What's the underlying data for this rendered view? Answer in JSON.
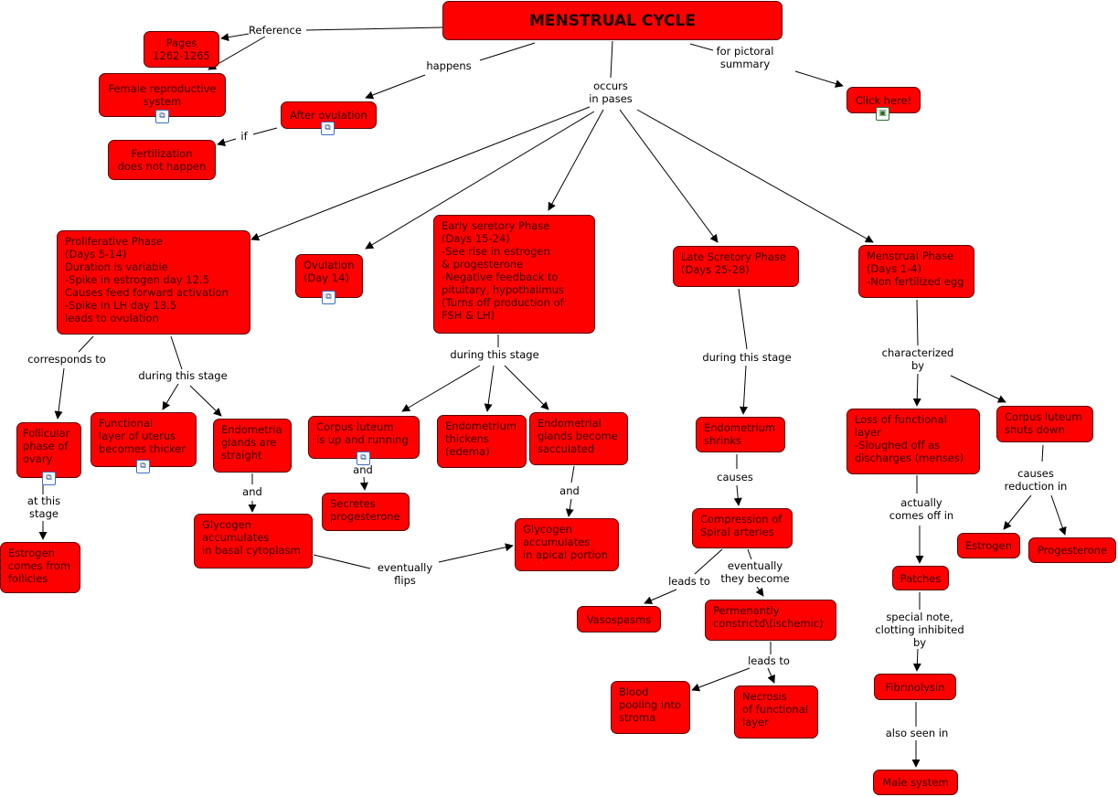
{
  "nodes": {
    "title": "MENSTRUAL CYCLE",
    "pages": "Pages\n1262-1265",
    "female": "Female reproductive\nsystem",
    "after_ovulation": "After ovulation",
    "fertilization": "Fertilization\ndoes not happen",
    "click_here": "Click here!",
    "proliferative": "Proliferative Phase\n(Days 5-14)\nDuration is variable\n-Spike in estrogen day 12.5\n  Causes feed forward activation\n    -Spike in LH day 13.5\n     leads to ovulation",
    "ovulation": "Ovulation\n(Day 14)",
    "early": "Early seretory Phase\n(Days 15-24)\n-See rise in estrogen\n  & progesterone\n   -Negative feedback to\n     pituitary, hypothalimus\n     (Turns off production of\n      FSH & LH)",
    "late": "Late Scretory Phase\n(Days 25-28)",
    "menstrual": "Menstrual Phase\n(Days 1-4)\n-Non fertilized egg",
    "follicular": "Follicular\nphase of\novary",
    "functional": "Functional\nlayer of uterus\nbecomes thicker",
    "endometria_straight": "Endometria\nglands are\nstraight",
    "corpus_running": "Corpus luteum\nis up and running",
    "endometrium_thickens": "Endometrium\nthickens\n(edema)",
    "glands_sacculated": "Endometrial\nglands become\nsacculated",
    "estrogen_follicles": "Estrogen\ncomes from\nfollicles",
    "glycogen_basal": "Glycogen\naccumulates\nin basal cytoplasm",
    "secretes": "Secretes\nprogesterone",
    "glycogen_apical": "Glycogen\naccumulates\nin apical portion",
    "shrinks": "Endometrium\nshrinks",
    "compression": "Compression of\nSpiral arteries",
    "vasospasms": "Vasospasms",
    "constricted": "Permenantly\nconstrictd\\(ischemic)",
    "blood": "Blood\npooling into\nstroma",
    "necrosis": "Necrosis\nof functional\nlayer",
    "loss": "Loss of functional\nlayer\n-Sloughed off as\ndischarges (menses)",
    "corpus_shuts": "Corpus luteum\nshuts down",
    "estrogen": "Estrogen",
    "progesterone": "Progesterone",
    "patches": "Patches",
    "fibrinolysin": "Fibrinolysin",
    "male": "Male system"
  },
  "links": {
    "reference": "Reference",
    "happens": "happens",
    "pictoral": "for pictoral\nsummary",
    "occurs": "occurs\nin pases",
    "if": "if",
    "corresponds": "corresponds to",
    "during1": "during this stage",
    "at_stage": "at this\nstage",
    "and1": "and",
    "during2": "during this stage",
    "and2": "and",
    "and3": "and",
    "flips": "eventually\nflips",
    "during3": "during this stage",
    "causes": "causes",
    "leads1": "leads to",
    "become": "eventually\nthey become",
    "leads2": "leads to",
    "characterized": "characterized\nby",
    "reduction": "causes\nreduction in",
    "comes_off": "actually\ncomes off in",
    "special": "special note,\nclotting inhibited\nby",
    "also": "also seen in"
  },
  "colors": {
    "node_fill": "#ff0000",
    "node_border": "#5a0000"
  },
  "icons": {
    "submap": "concept-map-icon",
    "image": "image-icon"
  }
}
